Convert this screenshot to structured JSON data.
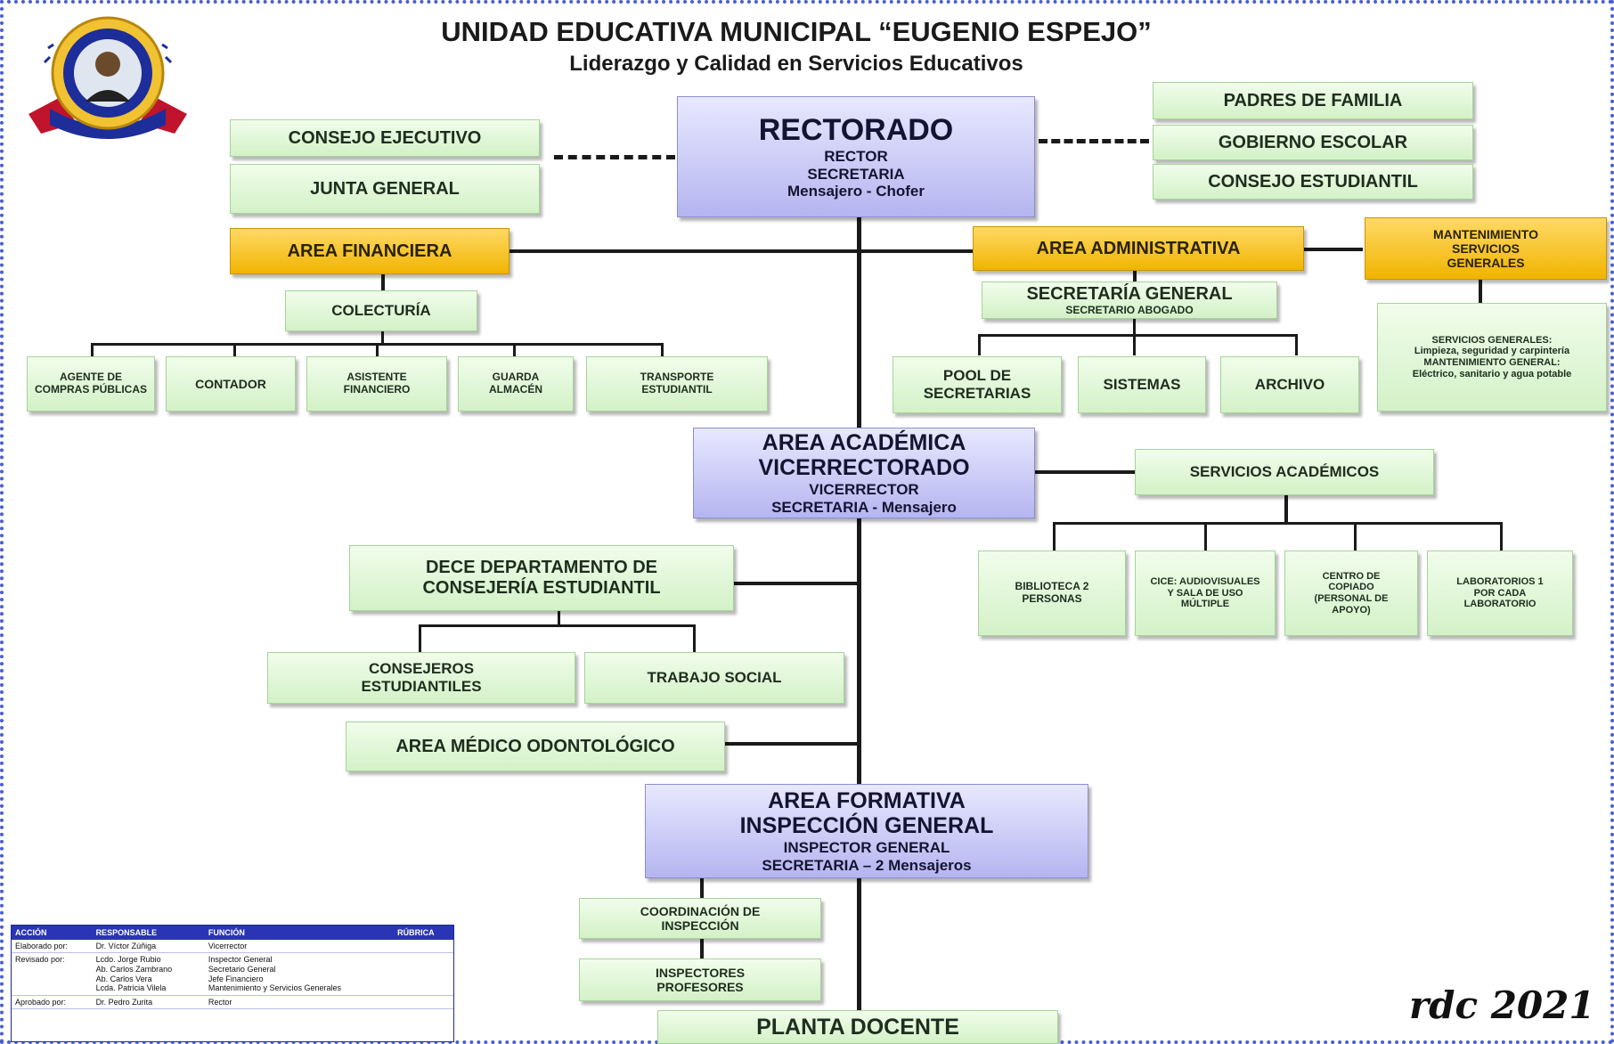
{
  "header": {
    "title": "UNIDAD EDUCATIVA MUNICIPAL “EUGENIO ESPEJO”",
    "subtitle": "Liderazgo y Calidad en Servicios Educativos"
  },
  "rectorado": {
    "title": "RECTORADO",
    "lines": [
      "RECTOR",
      "SECRETARIA",
      "Mensajero - Chofer"
    ]
  },
  "left_councils": [
    "CONSEJO EJECUTIVO",
    "JUNTA GENERAL"
  ],
  "right_councils": [
    "PADRES DE FAMILIA",
    "GOBIERNO ESCOLAR",
    "CONSEJO ESTUDIANTIL"
  ],
  "financiera": {
    "title": "AREA FINANCIERA",
    "colecturia": "COLECTURÍA",
    "units": [
      "AGENTE DE COMPRAS PÚBLICAS",
      "CONTADOR",
      "ASISTENTE FINANCIERO",
      "GUARDA ALMACÉN",
      "TRANSPORTE ESTUDIANTIL"
    ]
  },
  "administrativa": {
    "title": "AREA ADMINISTRATIVA",
    "secretaria_title": "SECRETARÍA GENERAL",
    "secretaria_sub": "SECRETARIO ABOGADO",
    "units": [
      "POOL DE SECRETARIAS",
      "SISTEMAS",
      "ARCHIVO"
    ]
  },
  "mantenimiento": {
    "title": "MANTENIMIENTO SERVICIOS GENERALES",
    "detail_lines": [
      "SERVICIOS GENERALES:",
      "Limpieza, seguridad y carpintería",
      "MANTENIMIENTO GENERAL:",
      "Eléctrico, sanitario y agua potable"
    ]
  },
  "academica": {
    "title1": "AREA ACADÉMICA",
    "title2": "VICERRECTORADO",
    "lines": [
      "VICERRECTOR",
      "SECRETARIA - Mensajero"
    ],
    "servicios": "SERVICIOS ACADÉMICOS",
    "servicios_units": [
      "BIBLIOTECA 2 PERSONAS",
      "CICE: AUDIOVISUALES Y SALA DE USO MÚLTIPLE",
      "CENTRO DE COPIADO (PERSONAL DE APOYO)",
      "LABORATORIOS 1 POR CADA LABORATORIO"
    ]
  },
  "dece": {
    "title": "DECE DEPARTAMENTO DE CONSEJERÍA ESTUDIANTIL",
    "units": [
      "CONSEJEROS ESTUDIANTILES",
      "TRABAJO SOCIAL"
    ],
    "medico": "AREA MÉDICO ODONTOLÓGICO"
  },
  "formativa": {
    "title1": "AREA FORMATIVA",
    "title2": "INSPECCIÓN GENERAL",
    "lines": [
      "INSPECTOR GENERAL",
      "SECRETARIA – 2 Mensajeros"
    ],
    "units": [
      "COORDINACIÓN DE INSPECCIÓN",
      "INSPECTORES PROFESORES"
    ]
  },
  "planta": "PLANTA DOCENTE",
  "signature": "rdc 2021",
  "approval_table": {
    "headers": [
      "ACCIÓN",
      "RESPONSABLE",
      "FUNCIÓN",
      "RÚBRICA"
    ],
    "rows": [
      {
        "accion": "Elaborado por:",
        "responsable": [
          "Dr. Víctor Zúñiga"
        ],
        "funcion": [
          "Vicerrector"
        ]
      },
      {
        "accion": "Revisado por:",
        "responsable": [
          "Lcdo. Jorge Rubio",
          "Ab. Carlos Zambrano",
          "Ab. Carlos Vera",
          "Lcda. Patricia Vilela"
        ],
        "funcion": [
          "Inspector General",
          "Secretario General",
          "Jefe Financiero",
          "Mantenimiento y Servicios Generales"
        ]
      },
      {
        "accion": "Aprobado por:",
        "responsable": [
          "Dr. Pedro Zurita"
        ],
        "funcion": [
          "Rector"
        ]
      }
    ]
  },
  "colors": {
    "green_box": "#d3f1c7",
    "orange_box": "#f0b400",
    "purple_box": "#b5b5f0",
    "page_border": "#4a5fd0"
  }
}
